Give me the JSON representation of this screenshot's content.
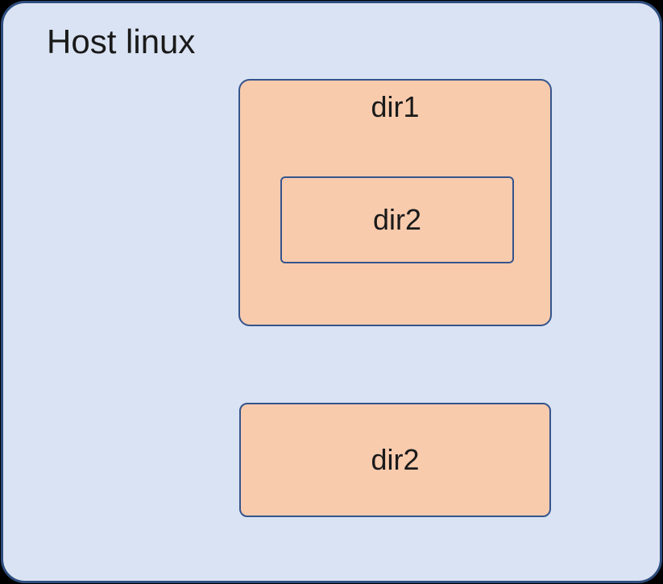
{
  "diagram": {
    "host": {
      "label": "Host linux"
    },
    "dir1": {
      "label": "dir1",
      "child_dir2": {
        "label": "dir2"
      }
    },
    "dir2": {
      "label": "dir2"
    },
    "colors": {
      "canvas_background": "#000000",
      "host_fill": "#DAE3F3",
      "host_border": "#2E4C7E",
      "dir_fill": "#F8CBAD",
      "dir_border": "#35548C",
      "text": "#1A1A1A"
    }
  }
}
